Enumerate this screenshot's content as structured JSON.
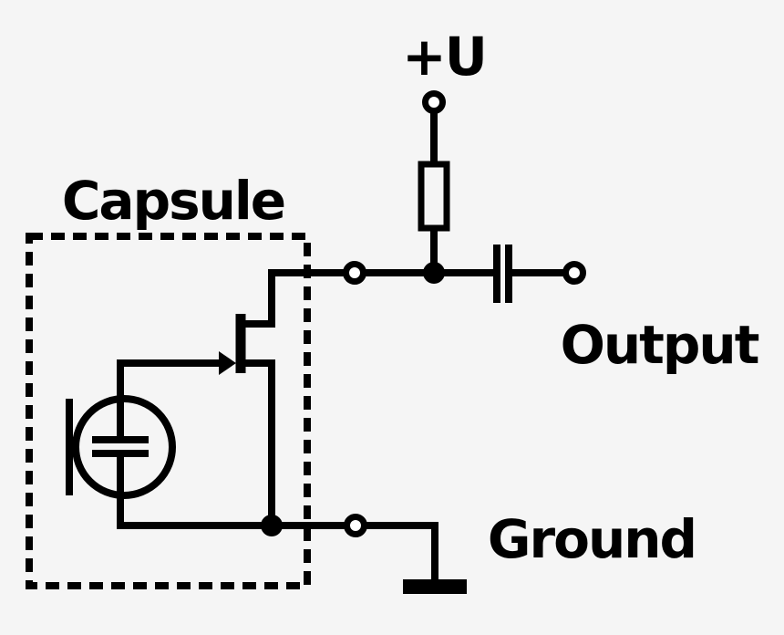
{
  "colors": {
    "background": "#f5f5f5",
    "line": "#000000",
    "text": "#000000"
  },
  "labels": {
    "supply": "+U",
    "capsule": "Capsule",
    "output": "Output",
    "ground": "Ground"
  },
  "components": [
    {
      "name": "supply-terminal",
      "type": "open-terminal"
    },
    {
      "name": "bias-resistor",
      "type": "resistor"
    },
    {
      "name": "capsule-output-terminal",
      "type": "open-terminal"
    },
    {
      "name": "coupling-capacitor",
      "type": "capacitor"
    },
    {
      "name": "output-terminal",
      "type": "open-terminal"
    },
    {
      "name": "capsule-boundary",
      "type": "dashed-box"
    },
    {
      "name": "electret-capsule",
      "type": "condenser-microphone-element"
    },
    {
      "name": "jfet",
      "type": "n-channel-jfet"
    },
    {
      "name": "ground-terminal",
      "type": "open-terminal"
    },
    {
      "name": "ground-symbol",
      "type": "earth-ground"
    }
  ]
}
